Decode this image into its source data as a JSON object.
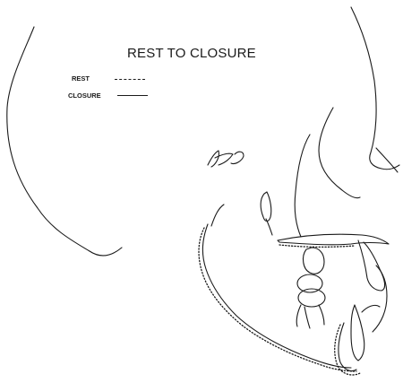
{
  "figure": {
    "title": "REST TO CLOSURE",
    "legend": [
      {
        "label": "REST",
        "line_style": "dashed"
      },
      {
        "label": "CLOSURE",
        "line_style": "solid"
      }
    ],
    "handwritten_mark": "RS",
    "stroke_color": "#1a1a1a",
    "background_color": "#ffffff"
  }
}
